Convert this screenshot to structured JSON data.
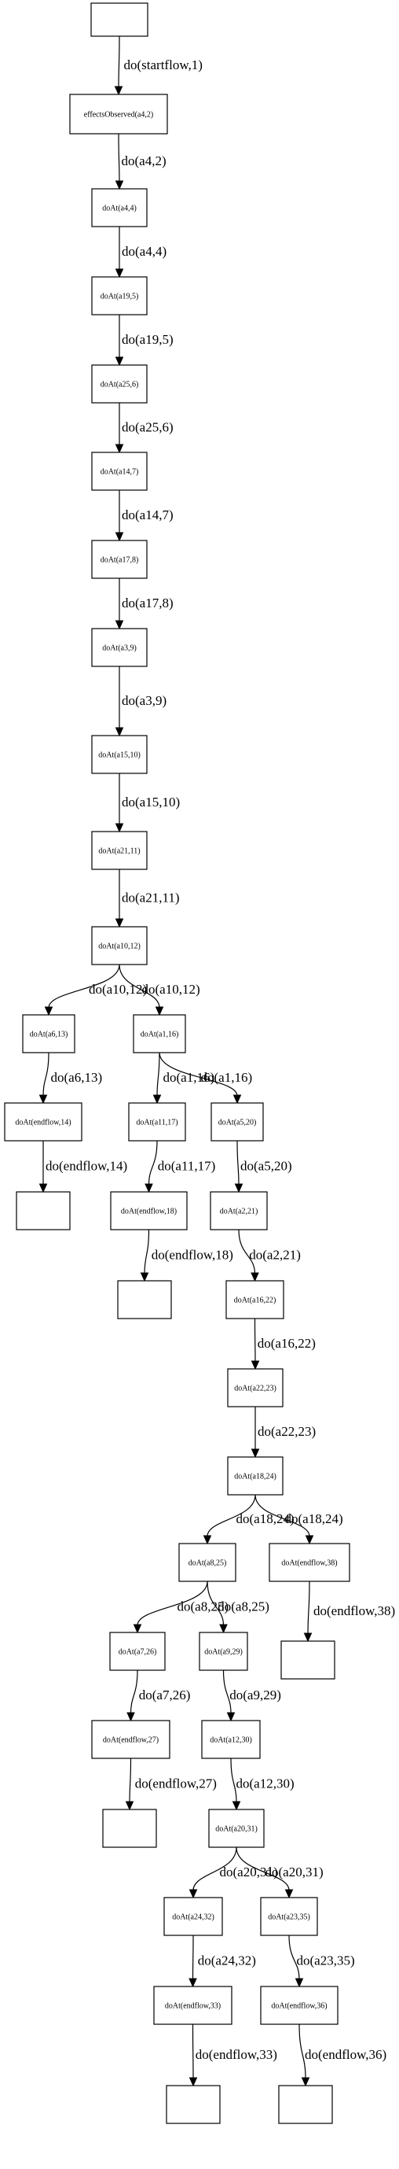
{
  "graph": {
    "nodes": [
      {
        "id": "n0",
        "label": ""
      },
      {
        "id": "n1",
        "label": "effectsObserved(a4,2)"
      },
      {
        "id": "n2",
        "label": "doAt(a4,4)"
      },
      {
        "id": "n3",
        "label": "doAt(a19,5)"
      },
      {
        "id": "n4",
        "label": "doAt(a25,6)"
      },
      {
        "id": "n5",
        "label": "doAt(a14,7)"
      },
      {
        "id": "n6",
        "label": "doAt(a17,8)"
      },
      {
        "id": "n7",
        "label": "doAt(a3,9)"
      },
      {
        "id": "n8",
        "label": "doAt(a15,10)"
      },
      {
        "id": "n9",
        "label": "doAt(a21,11)"
      },
      {
        "id": "n10",
        "label": "doAt(a10,12)"
      },
      {
        "id": "n11",
        "label": "doAt(a6,13)"
      },
      {
        "id": "n12",
        "label": "doAt(a1,16)"
      },
      {
        "id": "n13",
        "label": "doAt(endflow,14)"
      },
      {
        "id": "n14",
        "label": ""
      },
      {
        "id": "n15",
        "label": "doAt(a11,17)"
      },
      {
        "id": "n16",
        "label": "doAt(a5,20)"
      },
      {
        "id": "n17",
        "label": "doAt(endflow,18)"
      },
      {
        "id": "n18",
        "label": ""
      },
      {
        "id": "n19",
        "label": "doAt(a2,21)"
      },
      {
        "id": "n20",
        "label": "doAt(a16,22)"
      },
      {
        "id": "n21",
        "label": "doAt(a22,23)"
      },
      {
        "id": "n22",
        "label": "doAt(a18,24)"
      },
      {
        "id": "n23",
        "label": "doAt(a8,25)"
      },
      {
        "id": "n24",
        "label": "doAt(endflow,38)"
      },
      {
        "id": "n25",
        "label": "doAt(a7,26)"
      },
      {
        "id": "n26",
        "label": "doAt(a9,29)"
      },
      {
        "id": "n27",
        "label": ""
      },
      {
        "id": "n28",
        "label": "doAt(endflow,27)"
      },
      {
        "id": "n29",
        "label": "doAt(a12,30)"
      },
      {
        "id": "n30",
        "label": ""
      },
      {
        "id": "n31",
        "label": "doAt(a20,31)"
      },
      {
        "id": "n32",
        "label": "doAt(a24,32)"
      },
      {
        "id": "n33",
        "label": "doAt(a23,35)"
      },
      {
        "id": "n34",
        "label": "doAt(endflow,33)"
      },
      {
        "id": "n35",
        "label": "doAt(endflow,36)"
      },
      {
        "id": "n36",
        "label": ""
      },
      {
        "id": "n37",
        "label": ""
      }
    ],
    "edges": [
      {
        "from": "n0",
        "to": "n1",
        "label": "do(startflow,1)"
      },
      {
        "from": "n1",
        "to": "n2",
        "label": "do(a4,2)"
      },
      {
        "from": "n2",
        "to": "n3",
        "label": "do(a4,4)"
      },
      {
        "from": "n3",
        "to": "n4",
        "label": "do(a19,5)"
      },
      {
        "from": "n4",
        "to": "n5",
        "label": "do(a25,6)"
      },
      {
        "from": "n5",
        "to": "n6",
        "label": "do(a14,7)"
      },
      {
        "from": "n6",
        "to": "n7",
        "label": "do(a17,8)"
      },
      {
        "from": "n7",
        "to": "n8",
        "label": "do(a3,9)"
      },
      {
        "from": "n8",
        "to": "n9",
        "label": "do(a15,10)"
      },
      {
        "from": "n9",
        "to": "n10",
        "label": "do(a21,11)"
      },
      {
        "from": "n10",
        "to": "n11",
        "label": "do(a10,12)"
      },
      {
        "from": "n10",
        "to": "n12",
        "label": "do(a10,12)"
      },
      {
        "from": "n11",
        "to": "n13",
        "label": "do(a6,13)"
      },
      {
        "from": "n13",
        "to": "n14",
        "label": "do(endflow,14)"
      },
      {
        "from": "n12",
        "to": "n15",
        "label": "do(a1,16)"
      },
      {
        "from": "n12",
        "to": "n16",
        "label": "do(a1,16)"
      },
      {
        "from": "n15",
        "to": "n17",
        "label": "do(a11,17)"
      },
      {
        "from": "n17",
        "to": "n18",
        "label": "do(endflow,18)"
      },
      {
        "from": "n16",
        "to": "n19",
        "label": "do(a5,20)"
      },
      {
        "from": "n19",
        "to": "n20",
        "label": "do(a2,21)"
      },
      {
        "from": "n20",
        "to": "n21",
        "label": "do(a16,22)"
      },
      {
        "from": "n21",
        "to": "n22",
        "label": "do(a22,23)"
      },
      {
        "from": "n22",
        "to": "n23",
        "label": "do(a18,24)"
      },
      {
        "from": "n22",
        "to": "n24",
        "label": "do(a18,24)"
      },
      {
        "from": "n23",
        "to": "n25",
        "label": "do(a8,25)"
      },
      {
        "from": "n23",
        "to": "n26",
        "label": "do(a8,25)"
      },
      {
        "from": "n24",
        "to": "n27",
        "label": "do(endflow,38)"
      },
      {
        "from": "n25",
        "to": "n28",
        "label": "do(a7,26)"
      },
      {
        "from": "n26",
        "to": "n29",
        "label": "do(a9,29)"
      },
      {
        "from": "n28",
        "to": "n30",
        "label": "do(endflow,27)"
      },
      {
        "from": "n29",
        "to": "n31",
        "label": "do(a12,30)"
      },
      {
        "from": "n31",
        "to": "n32",
        "label": "do(a20,31)"
      },
      {
        "from": "n31",
        "to": "n33",
        "label": "do(a20,31)"
      },
      {
        "from": "n32",
        "to": "n34",
        "label": "do(a24,32)"
      },
      {
        "from": "n33",
        "to": "n35",
        "label": "do(a23,35)"
      },
      {
        "from": "n34",
        "to": "n36",
        "label": "do(endflow,33)"
      },
      {
        "from": "n35",
        "to": "n37",
        "label": "do(endflow,36)"
      }
    ]
  }
}
